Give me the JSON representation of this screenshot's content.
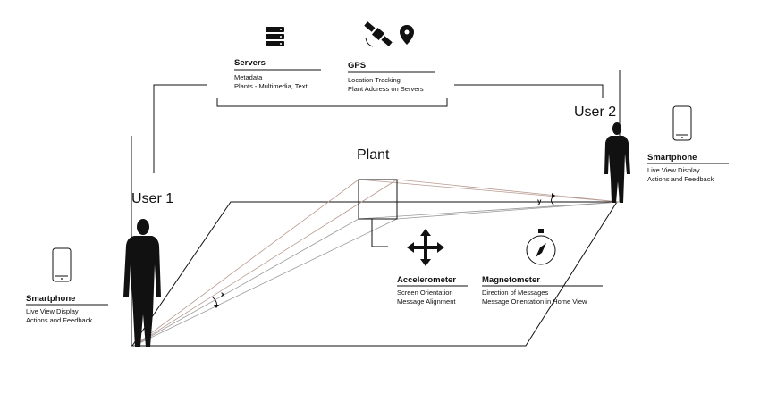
{
  "servers": {
    "title": "Servers",
    "lines": [
      "Metadata",
      "Plants - Multimedia, Text"
    ],
    "icon": "server-stack-icon"
  },
  "gps": {
    "title": "GPS",
    "lines": [
      "Location Tracking",
      "Plant Address on Servers"
    ],
    "icons": [
      "satellite-icon",
      "location-pin-icon"
    ]
  },
  "plant": {
    "label": "Plant"
  },
  "user1": {
    "label": "User 1",
    "device": {
      "title": "Smartphone",
      "lines": [
        "Live View Display",
        "Actions and Feedback"
      ],
      "icon": "smartphone-icon"
    },
    "angle_label": "x"
  },
  "user2": {
    "label": "User 2",
    "device": {
      "title": "Smartphone",
      "lines": [
        "Live View Display",
        "Actions and Feedback"
      ],
      "icon": "smartphone-icon"
    },
    "angle_label": "y"
  },
  "accelerometer": {
    "title": "Accelerometer",
    "lines": [
      "Screen Orientation",
      "Message Alignment"
    ],
    "icon": "move-arrows-icon"
  },
  "magnetometer": {
    "title": "Magnetometer",
    "lines": [
      "Direction of Messages",
      "Message Orientation in Home View"
    ],
    "icon": "compass-icon"
  }
}
